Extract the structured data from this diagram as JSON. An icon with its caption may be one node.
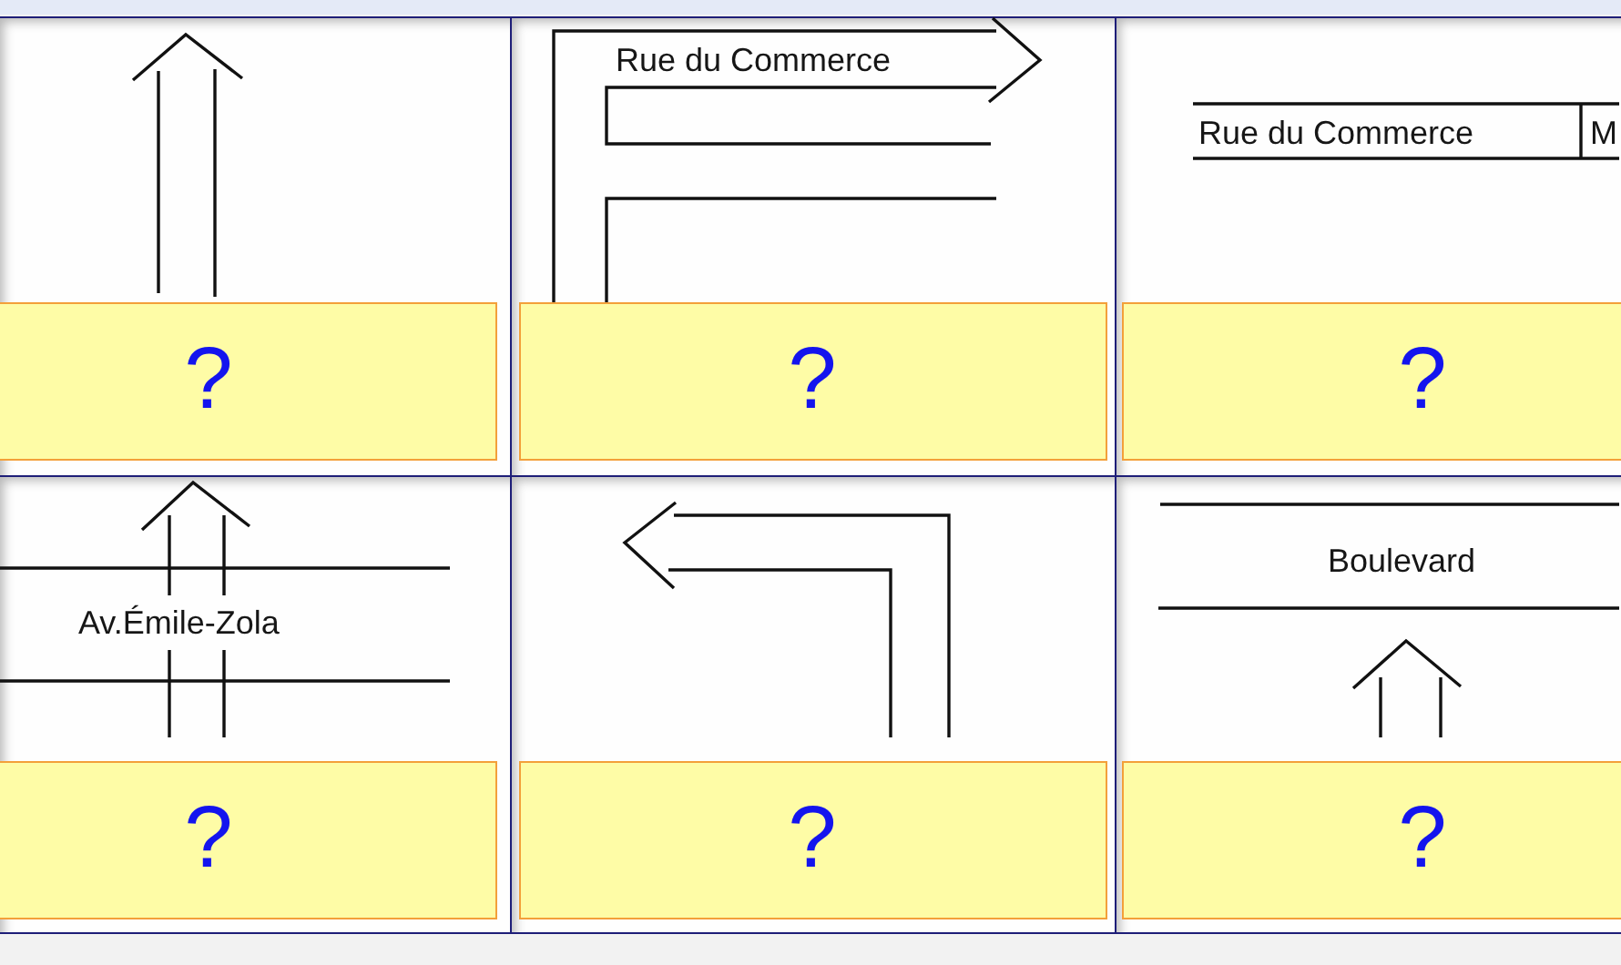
{
  "diagram": {
    "nodes": [
      {
        "text": [],
        "shape": "box"
      },
      {
        "text": [
          "?"
        ],
        "in": 0
      },
      {
        "text": [],
        "shape": "box"
      },
      {
        "text": [
          "?"
        ],
        "in": 2
      },
      {
        "text": [],
        "shape": "box"
      },
      {
        "text": [
          "?"
        ],
        "in": 4
      },
      {
        "text": [],
        "shape": "box"
      },
      {
        "text": [
          "?"
        ],
        "in": 6
      },
      {
        "text": [],
        "shape": "box"
      },
      {
        "text": [
          "?"
        ],
        "in": 8
      },
      {
        "text": [],
        "shape": "box"
      },
      {
        "text": [
          "?"
        ],
        "in": 10
      }
    ],
    "labels": [
      "Rue du Commerce",
      "Rue du Commerce",
      "M",
      "Av.Émile-Zola",
      "Boulevard"
    ]
  }
}
